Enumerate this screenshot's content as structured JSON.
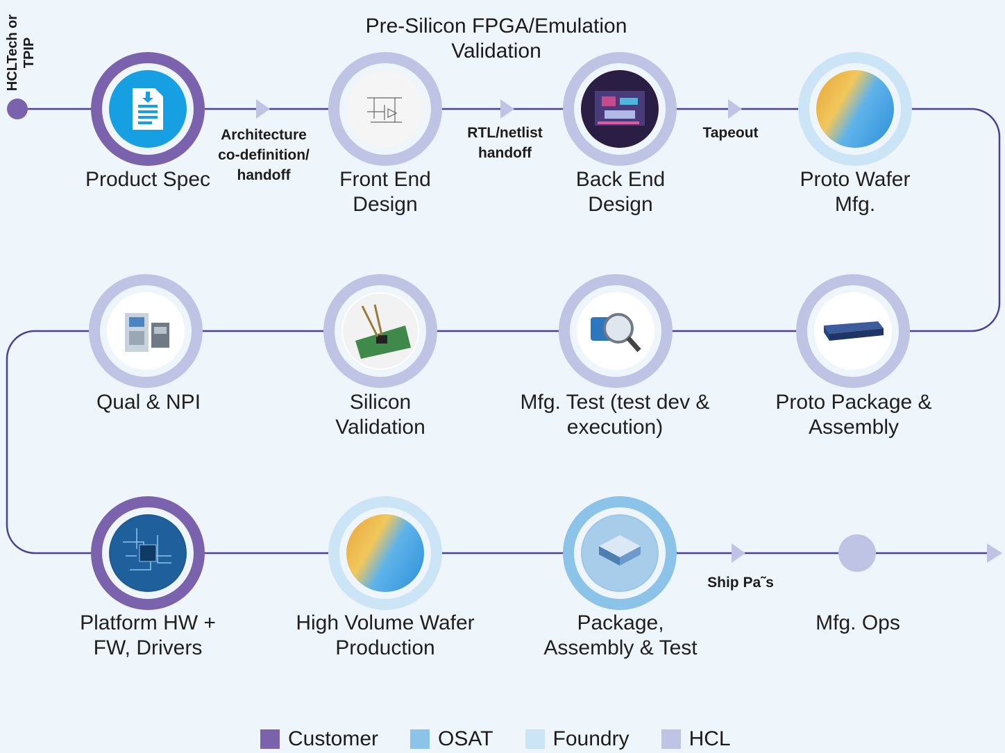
{
  "title": "Pre-Silicon FPGA/Emulation Validation",
  "side_label": "HCLTech or TPIP",
  "colors": {
    "customer": "#7b62ad",
    "osat": "#8cc3e8",
    "foundry": "#cbe5f6",
    "hcl": "#c0c4e4",
    "line": "#4b3f9a"
  },
  "nodes": [
    {
      "label": "Product Spec",
      "role": "customer",
      "icon": "document-icon"
    },
    {
      "label": "Front End Design",
      "role": "hcl",
      "icon": "circuit-schematic-icon"
    },
    {
      "label": "Back End Design",
      "role": "hcl",
      "icon": "chip-layout-icon"
    },
    {
      "label": "Proto Wafer Mfg.",
      "role": "foundry",
      "icon": "wafer-icon"
    },
    {
      "label": "Proto Package & Assembly",
      "role": "hcl",
      "icon": "package-chip-icon"
    },
    {
      "label": "Mfg. Test (test dev & execution)",
      "role": "hcl",
      "icon": "magnifier-test-icon"
    },
    {
      "label": "Silicon Validation",
      "role": "hcl",
      "icon": "pcb-probe-icon"
    },
    {
      "label": "Qual & NPI",
      "role": "hcl",
      "icon": "lab-equipment-icon"
    },
    {
      "label": "Platform HW + FW, Drivers",
      "role": "customer",
      "icon": "motherboard-icon"
    },
    {
      "label": "High Volume Wafer Production",
      "role": "foundry",
      "icon": "wafer-icon"
    },
    {
      "label": "Package, Assembly & Test",
      "role": "osat",
      "icon": "chip-stack-icon"
    },
    {
      "label": "Mfg. Ops",
      "role": "hcl",
      "icon": "dot-icon"
    }
  ],
  "edge_labels": [
    "Architecture co-definition/ handoff",
    "RTL/netlist handoff",
    "Tapeout",
    "Ship Pa˜s"
  ],
  "legend": [
    {
      "label": "Customer",
      "role": "customer"
    },
    {
      "label": "OSAT",
      "role": "osat"
    },
    {
      "label": "Foundry",
      "role": "foundry"
    },
    {
      "label": "HCL",
      "role": "hcl"
    }
  ]
}
